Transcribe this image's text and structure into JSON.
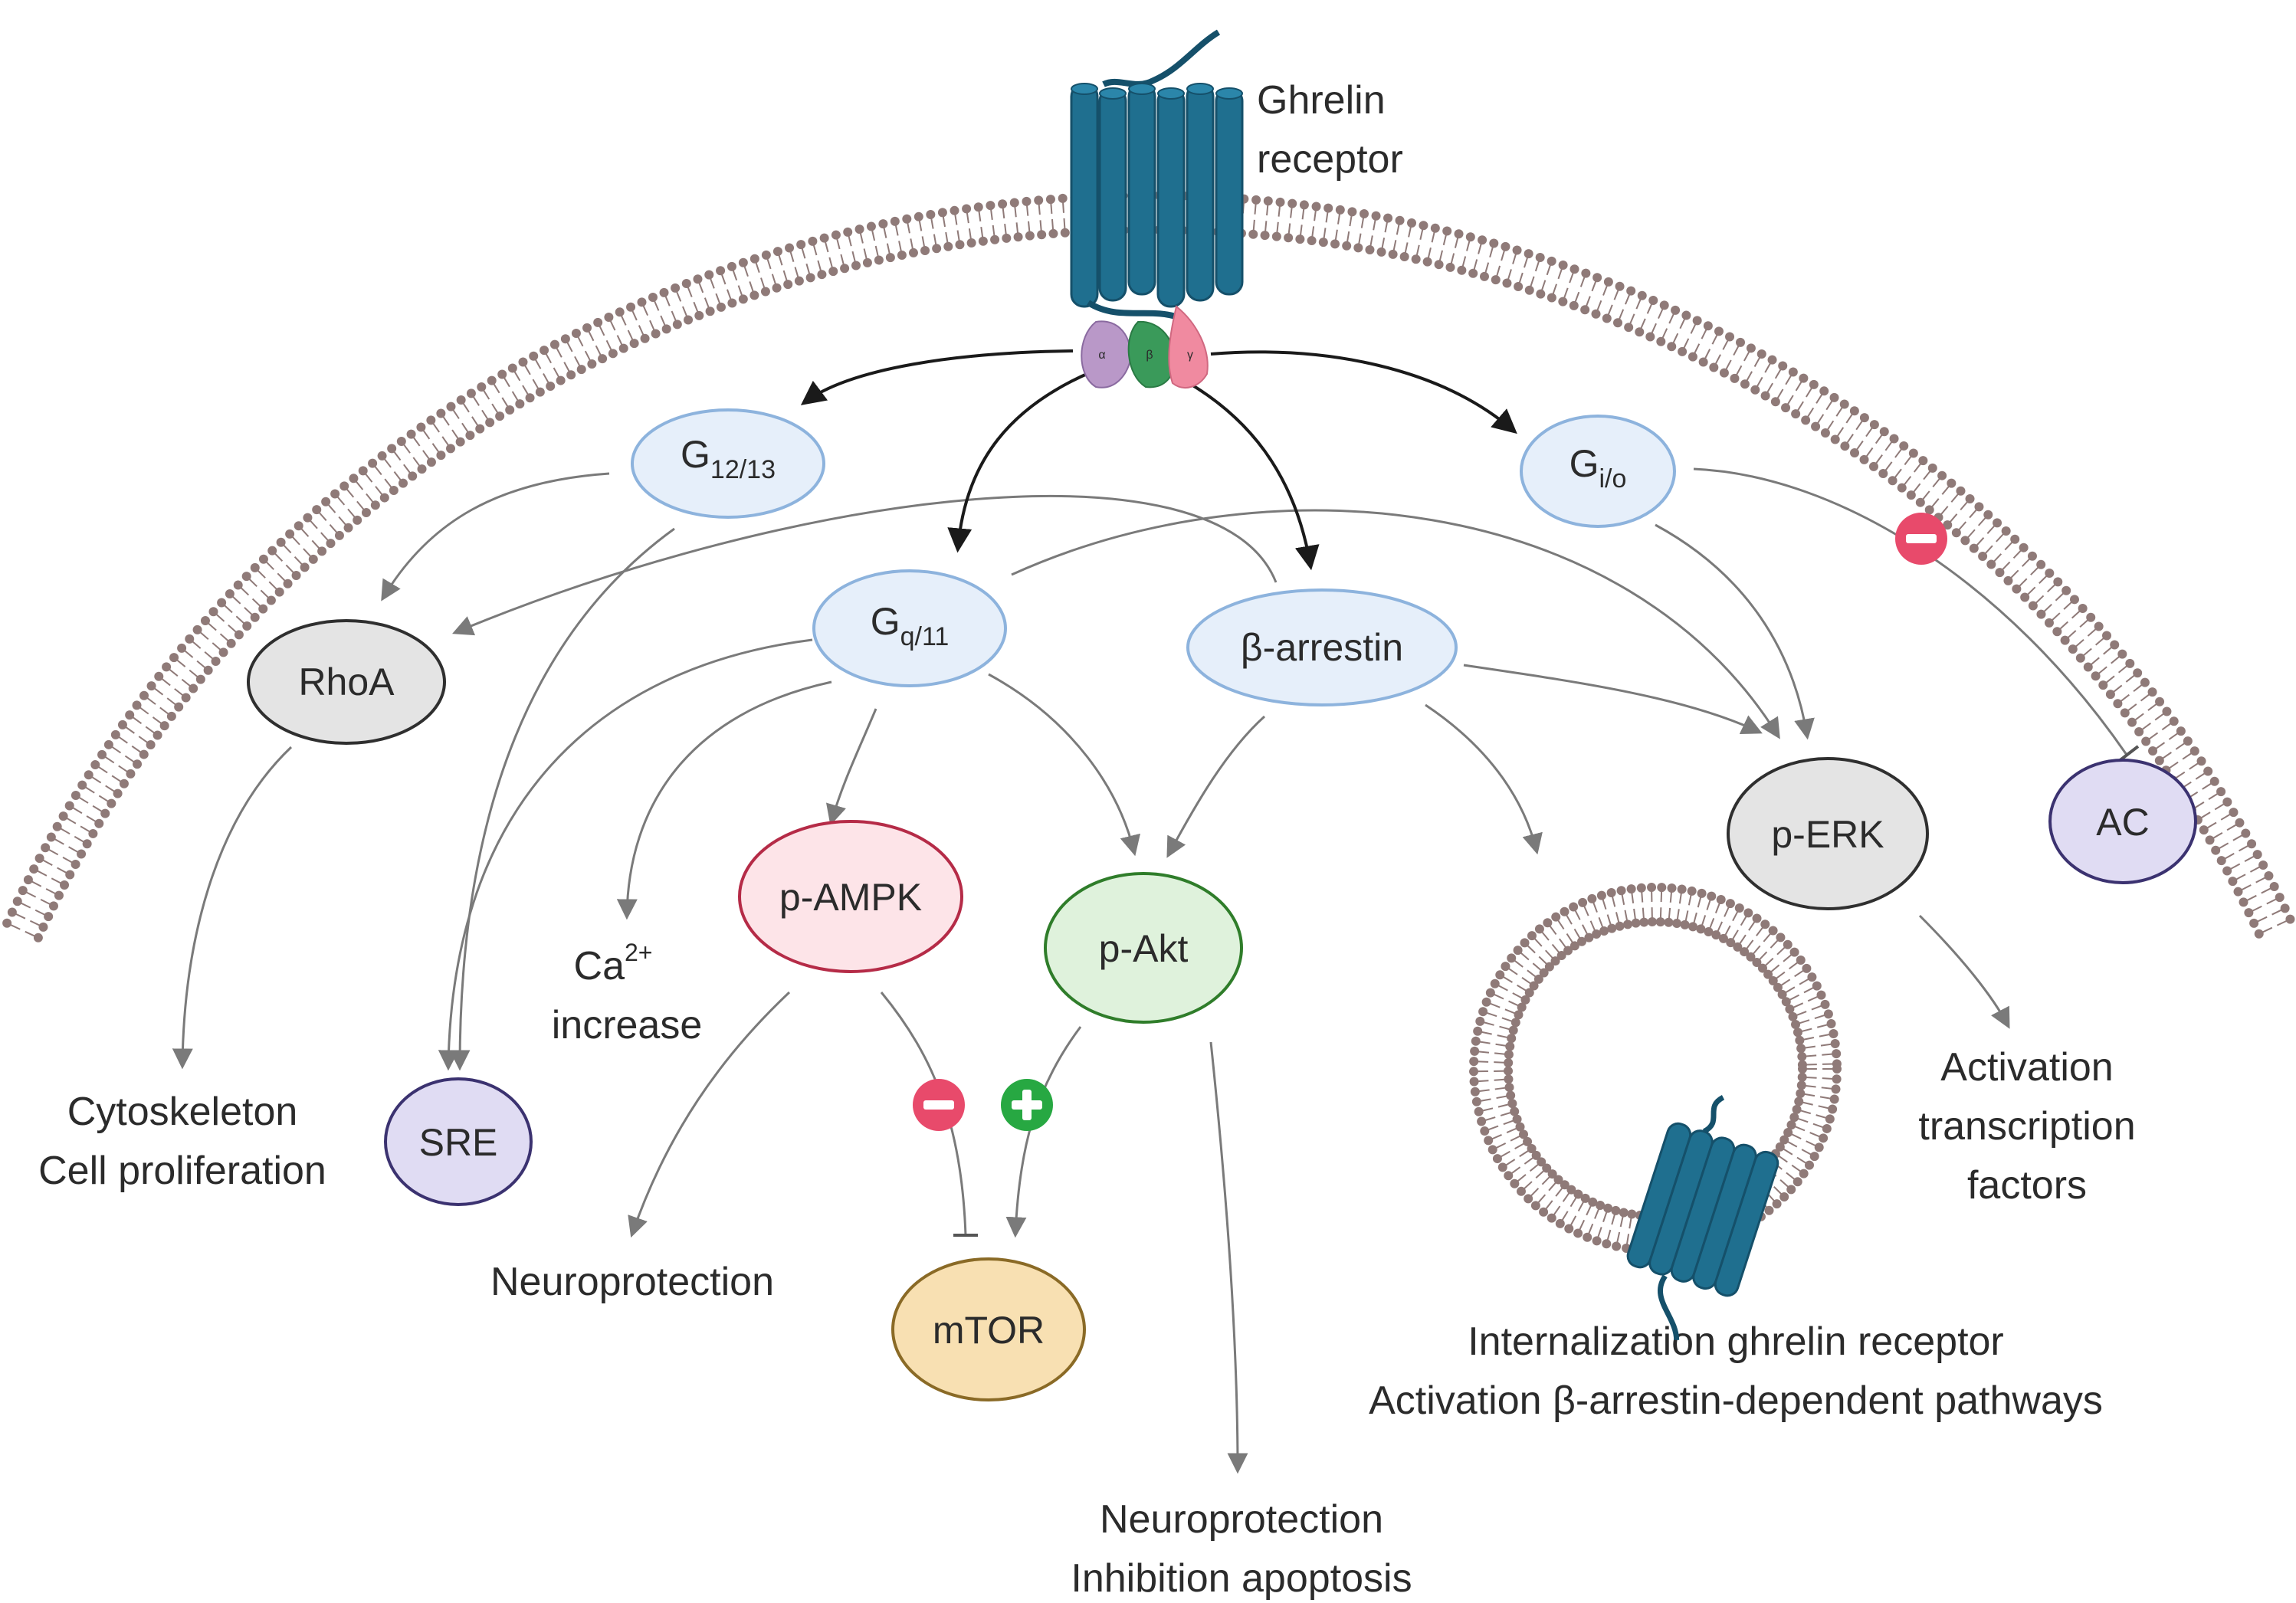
{
  "receptor": {
    "label_line1": "Ghrelin",
    "label_line2": "receptor"
  },
  "nodes": {
    "g1213": {
      "main": "G",
      "sub": "12/13"
    },
    "gio": {
      "main": "G",
      "sub": "i/o"
    },
    "gq11": {
      "main": "G",
      "sub": "q/11"
    },
    "barrestin": {
      "text": "β-arrestin"
    },
    "rhoa": {
      "text": "RhoA"
    },
    "sre": {
      "text": "SRE"
    },
    "pampk": {
      "text": "p-AMPK"
    },
    "pakt": {
      "text": "p-Akt"
    },
    "perk": {
      "text": "p-ERK"
    },
    "ac": {
      "text": "AC"
    },
    "mtor": {
      "text": "mTOR"
    }
  },
  "outcomes": {
    "cytoskeleton": {
      "line1": "Cytoskeleton",
      "line2": "Cell proliferation"
    },
    "calcium": {
      "prefix": "Ca",
      "sup": "2+",
      "line2": "increase"
    },
    "neuro_left": {
      "line1": "Neuroprotection"
    },
    "neuro_akt": {
      "line1": "Neuroprotection",
      "line2": "Inhibition apoptosis"
    },
    "internalization": {
      "line1": "Internalization ghrelin receptor",
      "line2": "Activation β-arrestin-dependent pathways"
    },
    "transcription": {
      "line1": "Activation",
      "line2": "transcription",
      "line3": "factors"
    }
  },
  "gprotein": {
    "alpha": "α",
    "beta": "β",
    "gamma": "γ"
  },
  "colors": {
    "membrane": "#8f7a78",
    "receptor": "#1f6f8f",
    "receptor_dark": "#15506a",
    "arrow": "#7a7a7a",
    "arrow_main": "#1a1a1a",
    "blue_fill": "#e6effa",
    "blue_stroke": "#8db3dd",
    "grey_fill": "#e4e4e4",
    "grey_stroke": "#2f2f2f",
    "purple_fill": "#e0dcf3",
    "purple_stroke": "#3b3270",
    "red_fill": "#fde4e8",
    "red_stroke": "#b52b47",
    "green_fill": "#dff2dc",
    "green_stroke": "#2f7d2a",
    "orange_fill": "#f8e0b2",
    "orange_stroke": "#8a6a26",
    "inhibit": "#e84a6b",
    "activate": "#27a842"
  }
}
